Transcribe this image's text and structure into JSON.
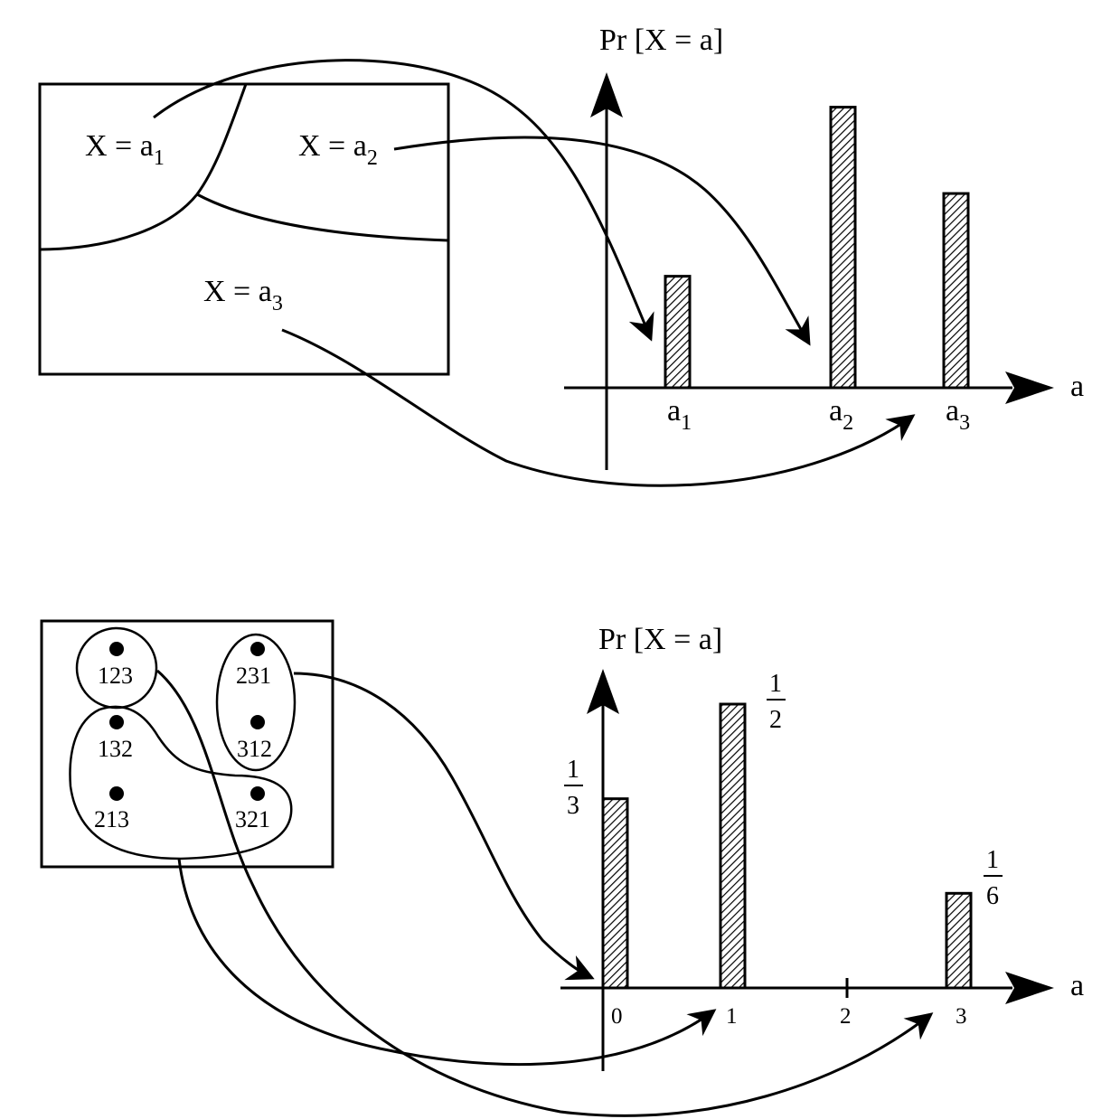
{
  "colors": {
    "ink": "#000000",
    "paper": "#ffffff"
  },
  "top": {
    "regions": [
      {
        "label": "X = a",
        "sub": "1"
      },
      {
        "label": "X = a",
        "sub": "2"
      },
      {
        "label": "X = a",
        "sub": "3"
      }
    ],
    "chart": {
      "y_axis_label": "Pr [X = a]",
      "x_axis_label": "a",
      "ticks": [
        {
          "label": "a",
          "sub": "1"
        },
        {
          "label": "a",
          "sub": "2"
        },
        {
          "label": "a",
          "sub": "3"
        }
      ]
    }
  },
  "bottom": {
    "outcomes": [
      "123",
      "132",
      "213",
      "231",
      "312",
      "321"
    ],
    "chart": {
      "y_axis_label": "Pr [X = a]",
      "x_axis_label": "a",
      "ticks": [
        "0",
        "1",
        "2",
        "3"
      ],
      "bar_labels": [
        {
          "num": "1",
          "den": "3"
        },
        {
          "num": "1",
          "den": "2"
        },
        {
          "num": "1",
          "den": "6"
        }
      ]
    }
  },
  "chart_data": [
    {
      "type": "bar",
      "categories": [
        "a1",
        "a2",
        "a3"
      ],
      "values": [
        0.31,
        0.78,
        0.54
      ],
      "ylabel": "Pr [X = a]",
      "xlabel": "a"
    },
    {
      "type": "bar",
      "categories": [
        "0",
        "1",
        "2",
        "3"
      ],
      "values": [
        0.3333,
        0.5,
        0,
        0.1667
      ],
      "ylabel": "Pr [X = a]",
      "xlabel": "a"
    }
  ]
}
